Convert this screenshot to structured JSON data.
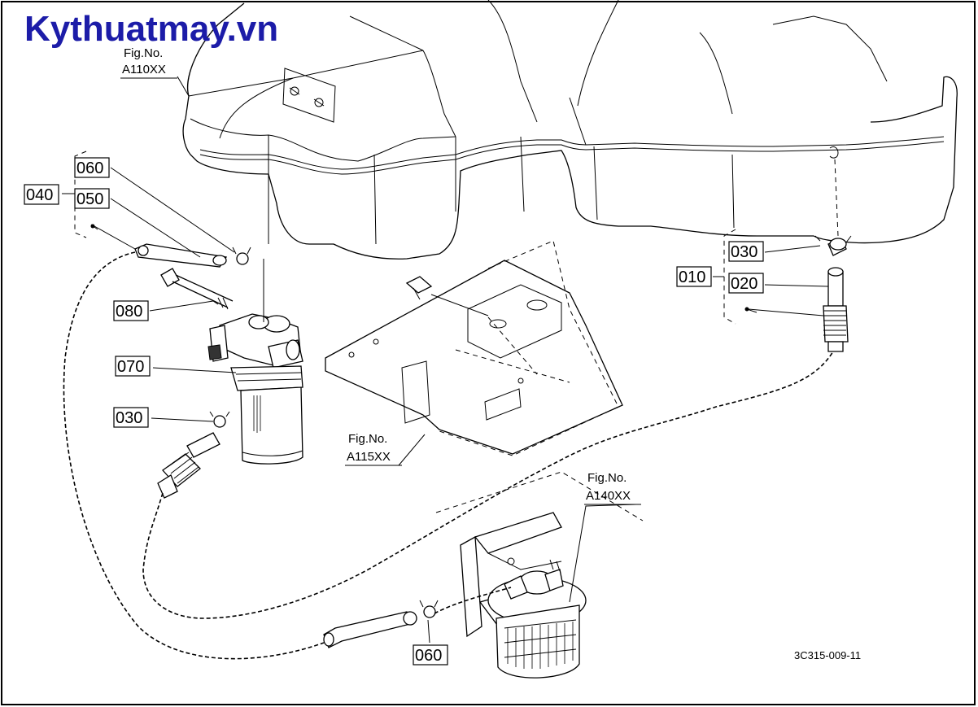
{
  "brand": "Kythuatmay.vn",
  "drawing_code": "3C315-009-11",
  "figure_refs": [
    {
      "prefix": "Fig.No.",
      "code": "A110XX"
    },
    {
      "prefix": "Fig.No.",
      "code": "A115XX"
    },
    {
      "prefix": "Fig.No.",
      "code": "A140XX"
    }
  ],
  "part_labels": [
    {
      "id": "040",
      "text": "040"
    },
    {
      "id": "060a",
      "text": "060"
    },
    {
      "id": "050",
      "text": "050"
    },
    {
      "id": "080",
      "text": "080"
    },
    {
      "id": "070",
      "text": "070"
    },
    {
      "id": "030a",
      "text": "030"
    },
    {
      "id": "030b",
      "text": "030"
    },
    {
      "id": "010",
      "text": "010"
    },
    {
      "id": "020",
      "text": "020"
    },
    {
      "id": "060b",
      "text": "060"
    }
  ]
}
